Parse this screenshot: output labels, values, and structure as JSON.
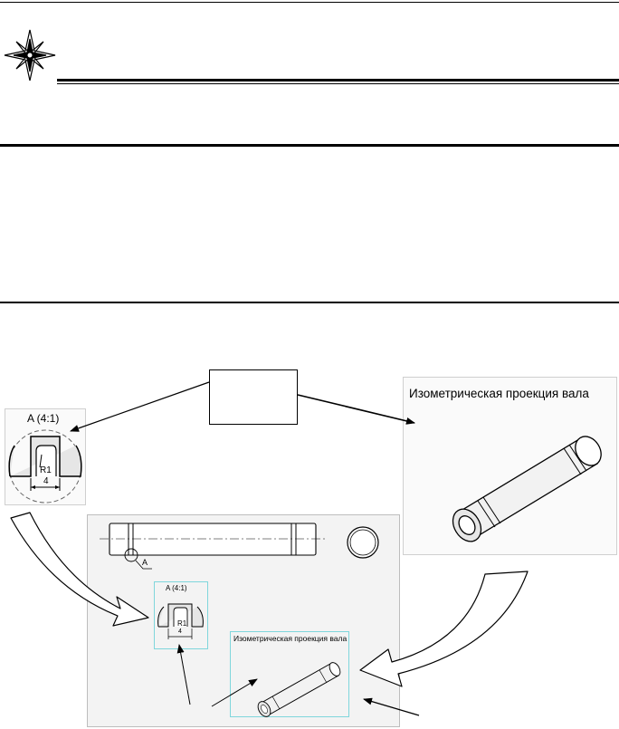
{
  "colors": {
    "ink": "#000000",
    "panel_border": "#c8c8c8",
    "panel_bg": "#f4f4f4",
    "highlight_frame": "#7fd6dc",
    "part_fill": "#eeeeee"
  },
  "icons": {
    "header": "compass-rose-icon"
  },
  "detail_view": {
    "title": "A (4:1)",
    "radius_label": "R1",
    "width_label": "4"
  },
  "iso_view": {
    "title": "Изометрическая проекция вала"
  },
  "drawing_sheet": {
    "section_marker": "A",
    "detail_title": "A (4:1)",
    "detail_radius_label": "R1",
    "detail_width_label": "4",
    "iso_title": "Изометрическая проекция вала"
  }
}
